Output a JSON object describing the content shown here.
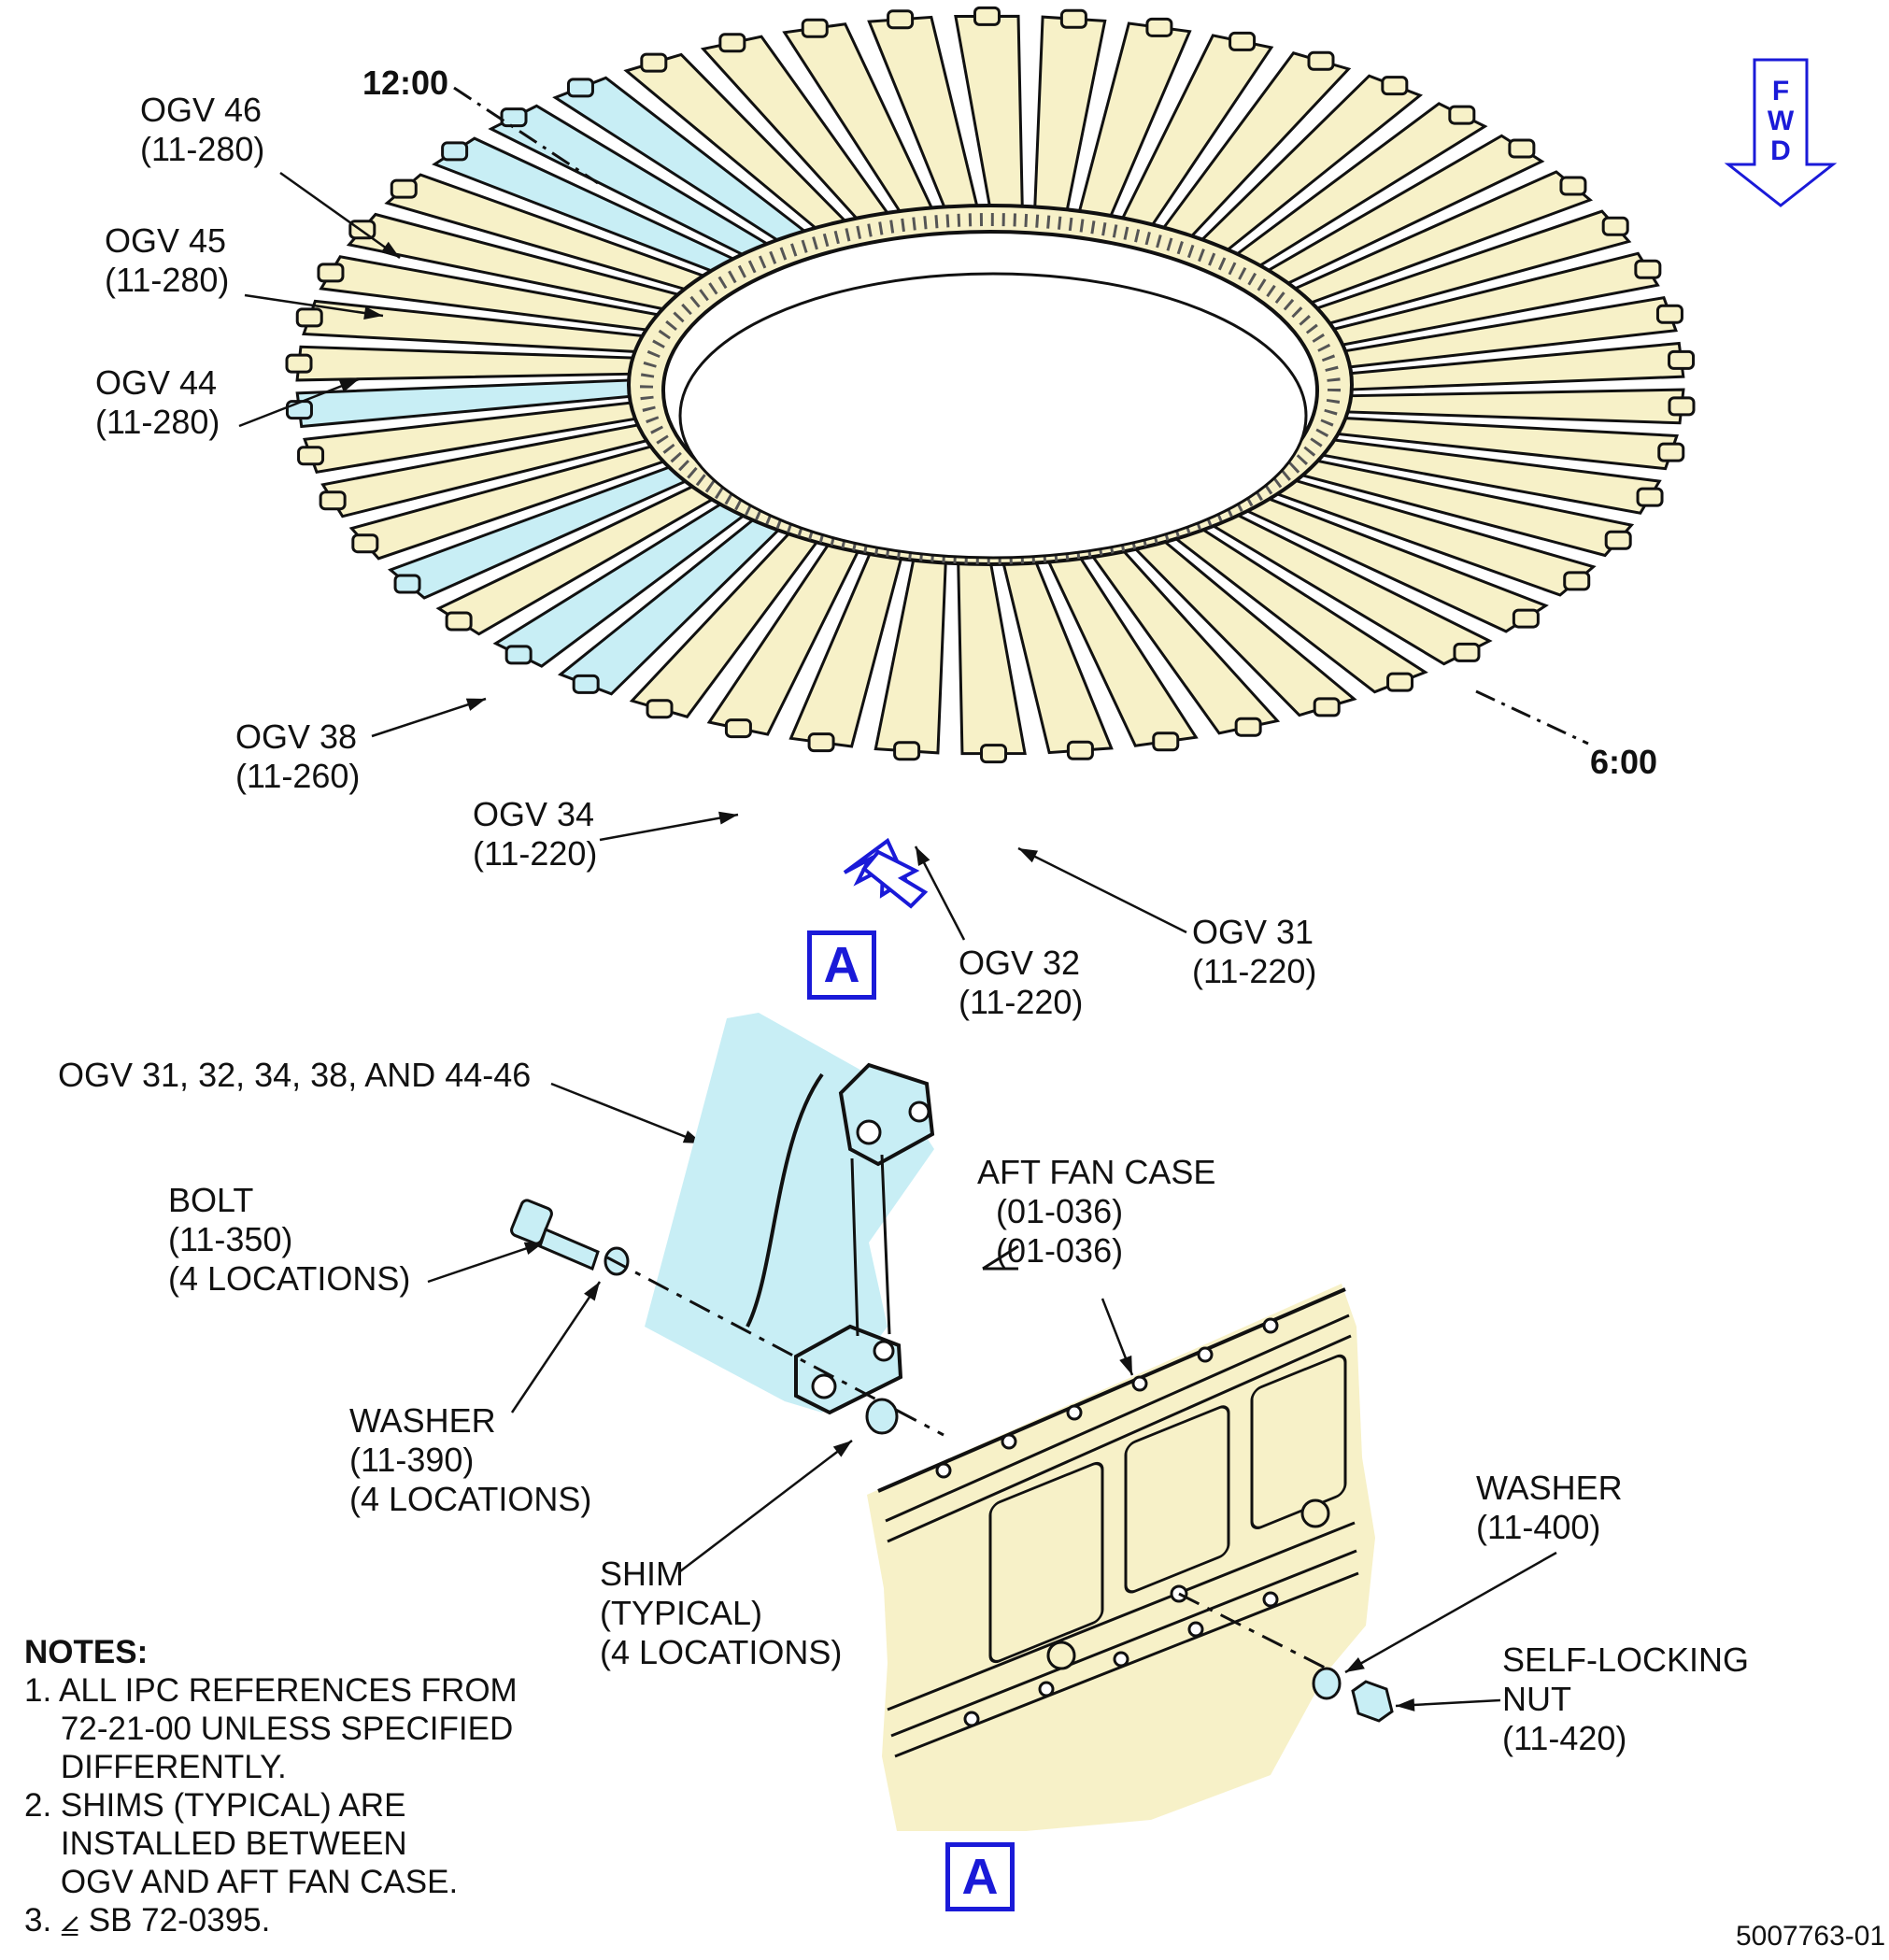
{
  "clock": {
    "top": "12:00",
    "bottom": "6:00"
  },
  "fwd": [
    "F",
    "W",
    "D"
  ],
  "view_marker": "A",
  "ogv_callouts": [
    {
      "name": "OGV 46",
      "ref": "(11-280)"
    },
    {
      "name": "OGV 45",
      "ref": "(11-280)"
    },
    {
      "name": "OGV 44",
      "ref": "(11-280)"
    },
    {
      "name": "OGV 38",
      "ref": "(11-260)"
    },
    {
      "name": "OGV 34",
      "ref": "(11-220)"
    },
    {
      "name": "OGV 32",
      "ref": "(11-220)"
    },
    {
      "name": "OGV 31",
      "ref": "(11-220)"
    }
  ],
  "detail": {
    "ogv_group": "OGV 31, 32, 34, 38, AND 44-46",
    "bolt": [
      "BOLT",
      "(11-350)",
      "(4 LOCATIONS)"
    ],
    "washer_bolt": [
      "WASHER",
      "(11-390)",
      "(4 LOCATIONS)"
    ],
    "shim": [
      "SHIM",
      "(TYPICAL)",
      "(4 LOCATIONS)"
    ],
    "aft_fan_case": [
      "AFT FAN CASE",
      "(01-036)",
      "(01-036)"
    ],
    "washer_nut": [
      "WASHER",
      "(11-400)"
    ],
    "nut": [
      "SELF-LOCKING",
      "NUT",
      "(11-420)"
    ]
  },
  "notes": {
    "title": "NOTES:",
    "lines": [
      "1. ALL IPC REFERENCES FROM",
      "    72-21-00 UNLESS SPECIFIED",
      "    DIFFERENTLY.",
      "2. SHIMS (TYPICAL) ARE",
      "    INSTALLED BETWEEN",
      "    OGV AND AFT FAN CASE.",
      "3. ⦤ SB 72-0395."
    ]
  },
  "doc_number": "5007763-01",
  "colors": {
    "vane": "#f7f1c8",
    "highlight": "#c8eef5",
    "marker": "#1a1ad8",
    "line": "#111111"
  }
}
